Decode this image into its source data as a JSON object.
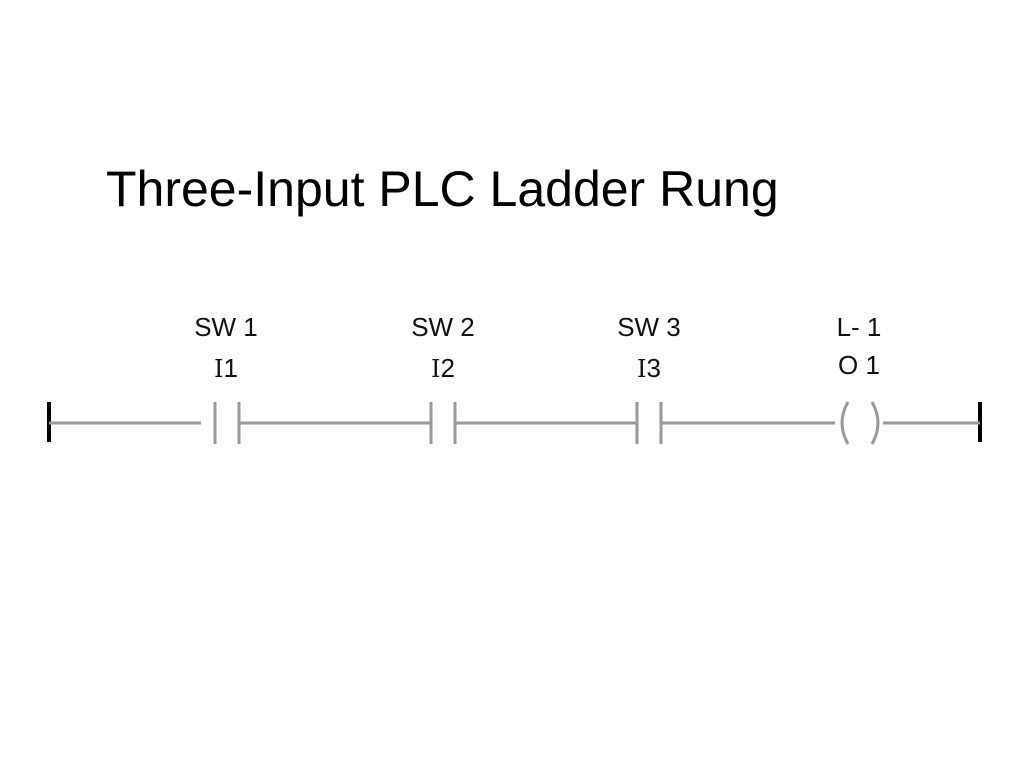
{
  "slide": {
    "title": "Three-Input PLC Ladder Rung"
  },
  "colors": {
    "rung_wire": "#999999",
    "power_rail": "#000000",
    "label_text": "#111111"
  },
  "rung": {
    "elements": [
      {
        "kind": "contact-no",
        "name": "SW 1",
        "address_prefix": "I",
        "address_number": "1"
      },
      {
        "kind": "contact-no",
        "name": "SW 2",
        "address_prefix": "I",
        "address_number": "2"
      },
      {
        "kind": "contact-no",
        "name": "SW 3",
        "address_prefix": "I",
        "address_number": "3"
      },
      {
        "kind": "output-coil",
        "name": "L- 1",
        "address": "O 1"
      }
    ]
  }
}
